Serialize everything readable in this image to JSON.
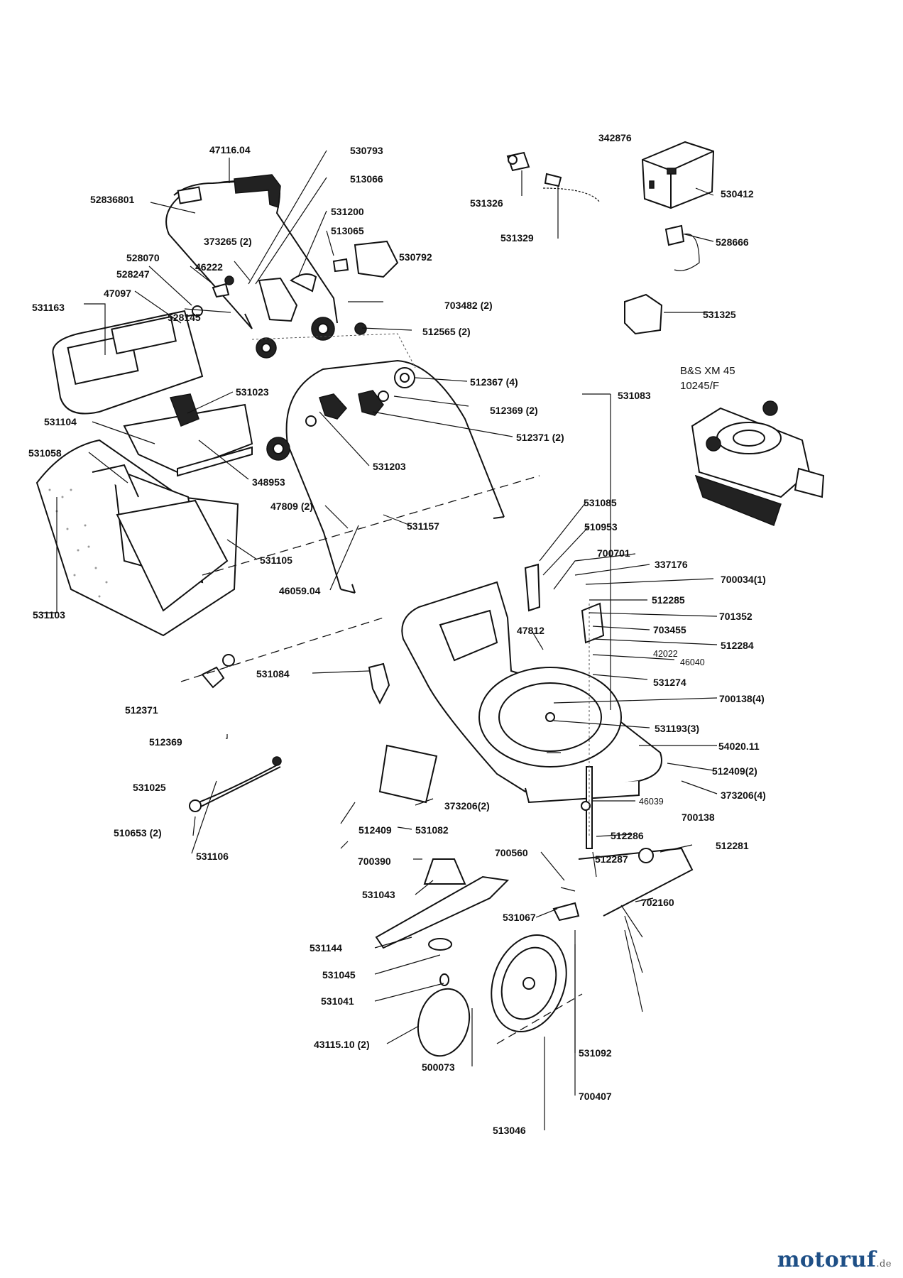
{
  "diagram": {
    "engine_label_line1": "B&S XM 45",
    "engine_label_line2": "10245/F",
    "parts": [
      "47116.04",
      "52836801",
      "530793",
      "513066",
      "531200",
      "513065",
      "530792",
      "373265 (2)",
      "528070",
      "46222",
      "528247",
      "47097",
      "528145",
      "703482 (2)",
      "512565 (2)",
      "531163",
      "531023",
      "531104",
      "348953",
      "531058",
      "512367 (4)",
      "512369 (2)",
      "512371 (2)",
      "531203",
      "531083",
      "47809 (2)",
      "531157",
      "531105",
      "531103",
      "46059.04",
      "531085",
      "510953",
      "700701",
      "337176",
      "700034(1)",
      "512285",
      "701352",
      "703455",
      "512284",
      "42022",
      "46040",
      "531274",
      "47812",
      "531084",
      "700138(4)",
      "531193(3)",
      "54020.11",
      "512371",
      "512369",
      "512409(2)",
      "373206(4)",
      "531025",
      "510653 (2)",
      "531106",
      "373206(2)",
      "512409",
      "531082",
      "46039",
      "700138",
      "512286",
      "512281",
      "700390",
      "700560",
      "512287",
      "531043",
      "702160",
      "531067",
      "531144",
      "531045",
      "531041",
      "43115.10 (2)",
      "500073",
      "700407",
      "531092",
      "513046",
      "342876",
      "530412",
      "531326",
      "531329",
      "528666",
      "531325"
    ]
  },
  "brand": {
    "name": "motoruf",
    "domain": ".de"
  }
}
